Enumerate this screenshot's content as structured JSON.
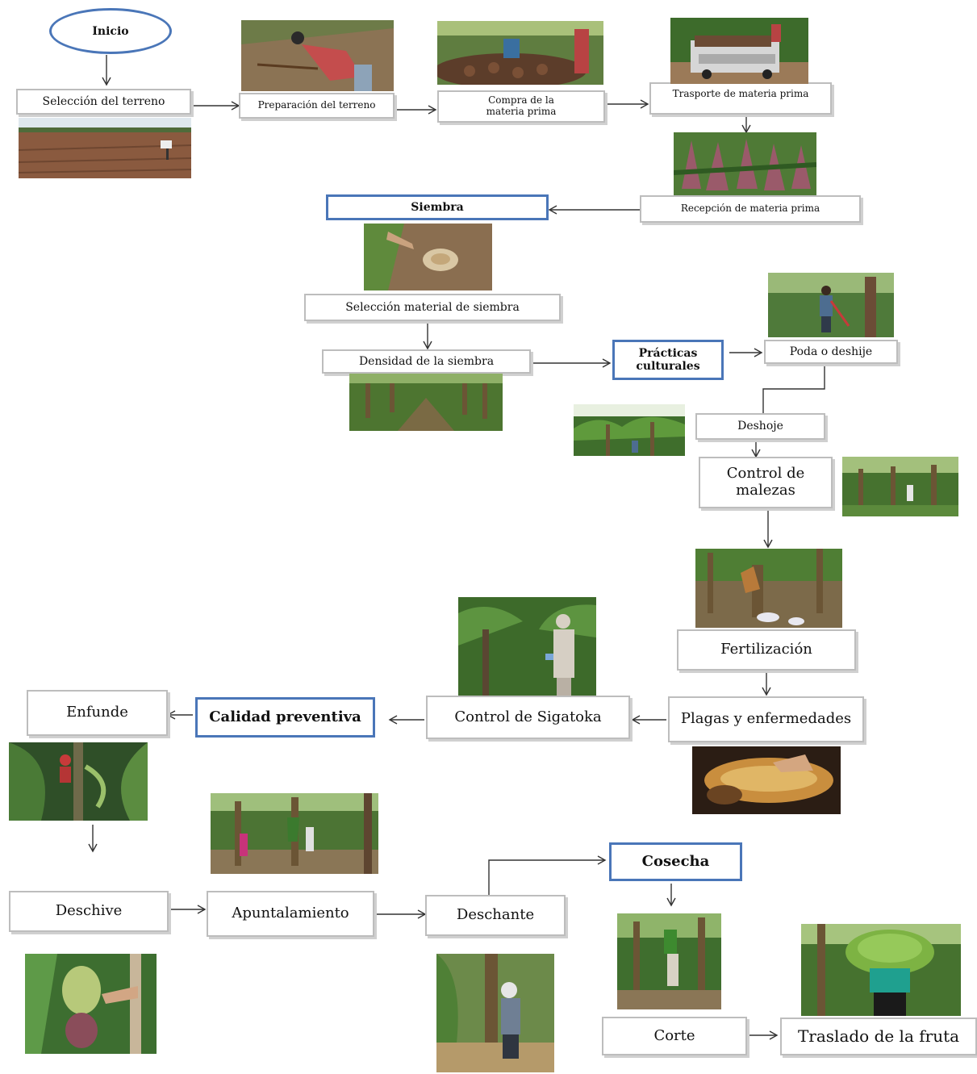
{
  "nodes": {
    "inicio": "Inicio",
    "seleccion_terreno": "Selección del terreno",
    "preparacion_terreno": "Preparación del terreno",
    "compra_materia_prima": "Compra de la materia prima",
    "transporte_materia_prima": "Trasporte de materia prima",
    "recepcion_materia_prima": "Recepción de materia prima",
    "siembra": "Siembra",
    "seleccion_material_siembra": "Selección material de siembra",
    "densidad_siembra": "Densidad de la siembra",
    "practicas_culturales": "Prácticas culturales",
    "poda_deshije": "Poda o deshije",
    "deshoje": "Deshoje",
    "control_malezas": "Control de malezas",
    "fertilizacion": "Fertilización",
    "plagas_enfermedades": "Plagas y enfermedades",
    "control_sigatoka": "Control de Sigatoka",
    "calidad_preventiva": "Calidad preventiva",
    "enfunde": "Enfunde",
    "deschive": "Deschive",
    "apuntalamiento": "Apuntalamiento",
    "deschante": "Deschante",
    "cosecha": "Cosecha",
    "corte": "Corte",
    "traslado_fruta": "Traslado de la fruta"
  },
  "colors": {
    "accent_border": "#4a76b8",
    "box_border": "#bdbdbd",
    "arrow": "#333333"
  }
}
